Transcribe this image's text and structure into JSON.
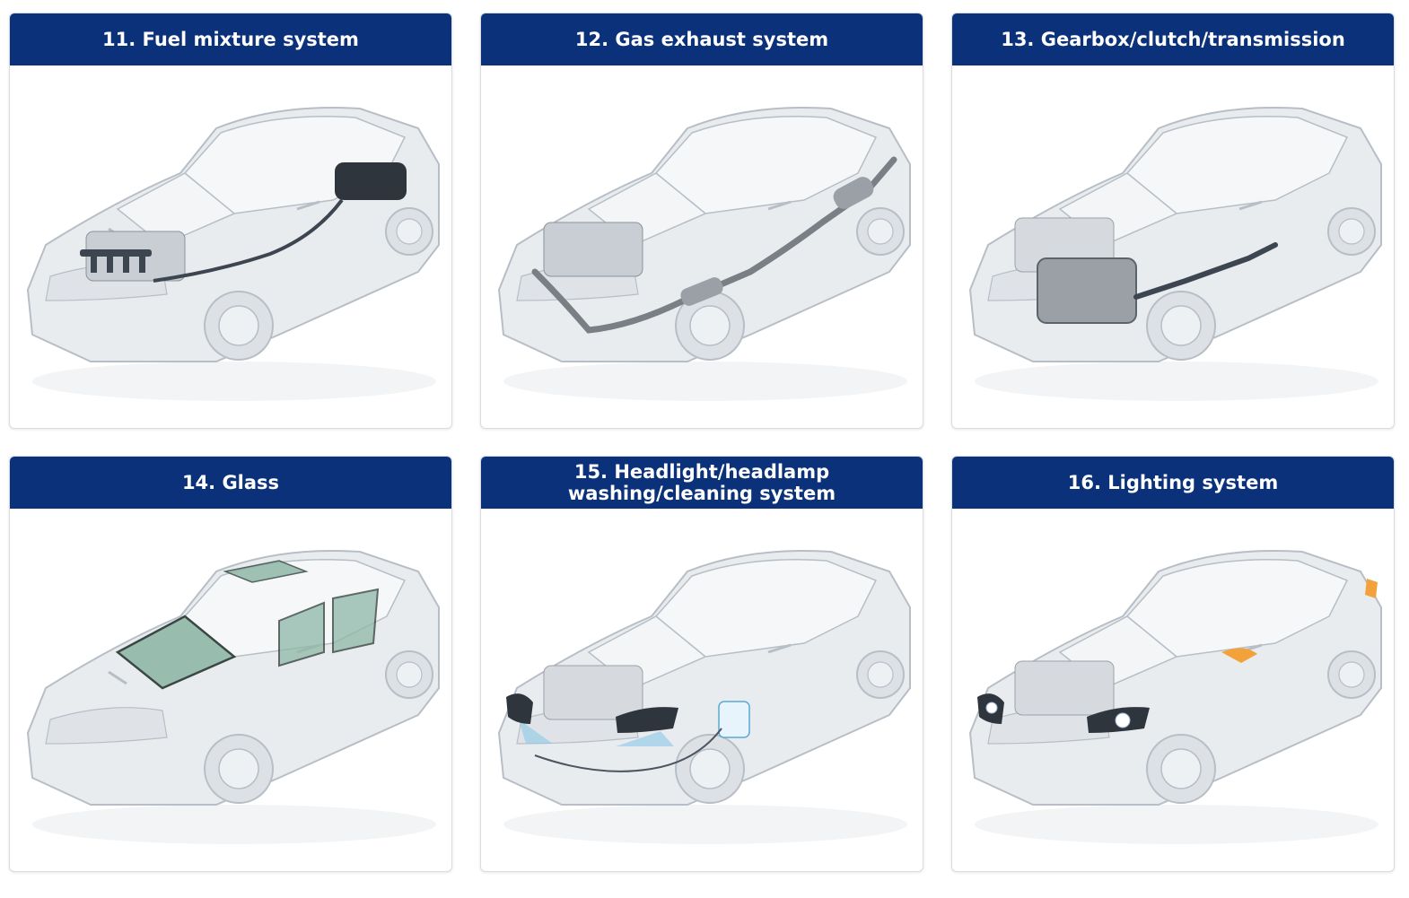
{
  "cards": [
    {
      "title": "11. Fuel mixture system",
      "system": "fuel",
      "icon": "fuel-system-car-icon"
    },
    {
      "title": "12. Gas exhaust system",
      "system": "exhaust",
      "icon": "exhaust-system-car-icon"
    },
    {
      "title": "13. Gearbox/clutch/transmission",
      "system": "gearbox",
      "icon": "gearbox-car-icon"
    },
    {
      "title": "14. Glass",
      "system": "glass",
      "icon": "glass-car-icon"
    },
    {
      "title": "15. Headlight/headlamp\nwashing/cleaning system",
      "system": "washer",
      "icon": "headlamp-washer-car-icon"
    },
    {
      "title": "16. Lighting system",
      "system": "lighting",
      "icon": "lighting-system-car-icon"
    }
  ],
  "colors": {
    "header_bg": "#0a3179",
    "header_text": "#ffffff",
    "car_body": "#e9ecef",
    "car_outline": "#b7bec6",
    "component_dark": "#3d4650",
    "glass_tint": "#8fb8a8",
    "washer_fluid": "#8cc8e8",
    "lamp_glow": "#f3a23b"
  }
}
